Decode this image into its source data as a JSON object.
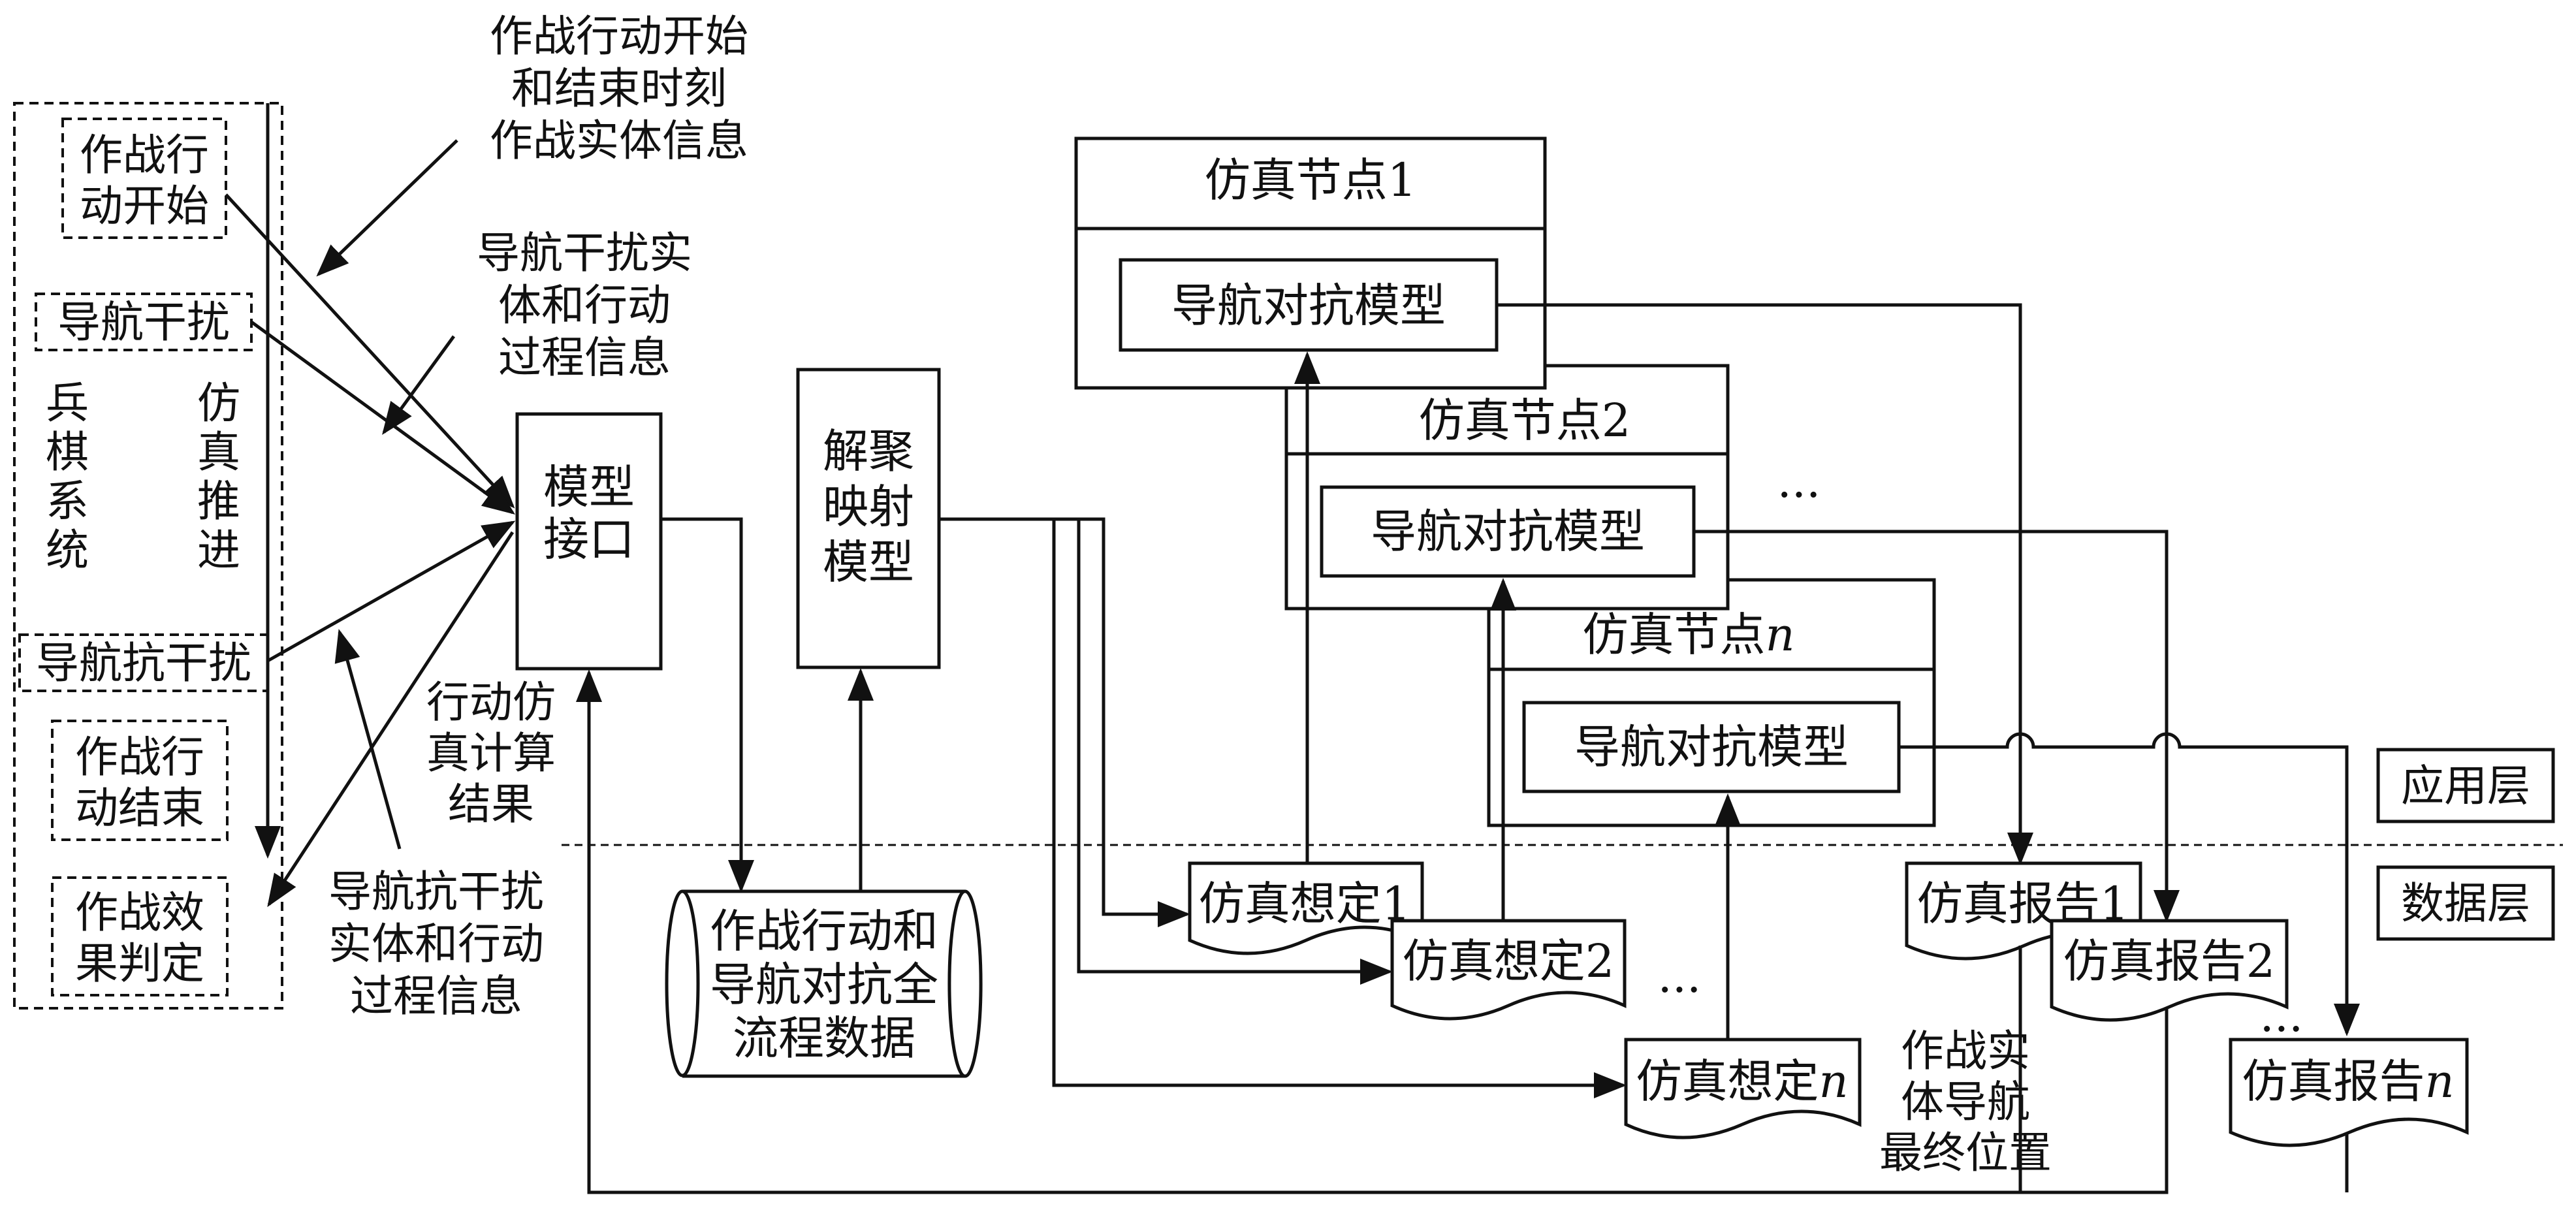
{
  "top_annotation": [
    "作战行动开始",
    "和结束时刻",
    "作战实体信息"
  ],
  "nav_interf_annotation": [
    "导航干扰实",
    "体和行动",
    "过程信息"
  ],
  "left_panel": {
    "action_start": [
      "作战行",
      "动开始"
    ],
    "nav_interference": "导航干扰",
    "wargame_system": [
      "兵",
      "棋",
      "系",
      "统"
    ],
    "sim_advance": [
      "仿",
      "真",
      "推",
      "进"
    ],
    "nav_anti_interference": "导航抗干扰",
    "action_end": [
      "作战行",
      "动结束"
    ],
    "effect_judgment": [
      "作战效",
      "果判定"
    ]
  },
  "action_result_annotation": [
    "行动仿",
    "真计算",
    "结果"
  ],
  "anti_interf_annotation": [
    "导航抗干扰",
    "实体和行动",
    "过程信息"
  ],
  "model_interface": [
    "模型",
    "接口"
  ],
  "deagg_model": [
    "解聚",
    "映射",
    "模型"
  ],
  "database": [
    "作战行动和",
    "导航对抗全",
    "流程数据"
  ],
  "sim_nodes": [
    {
      "title": "仿真节点1",
      "model": "导航对抗模型"
    },
    {
      "title": "仿真节点2",
      "model": "导航对抗模型"
    },
    {
      "title_prefix": "仿真节点",
      "title_italic": "n",
      "model": "导航对抗模型"
    }
  ],
  "nodes_ellipsis": "···",
  "scenarios": [
    {
      "prefix": "仿真想定",
      "suffix": "1",
      "italic": false
    },
    {
      "prefix": "仿真想定",
      "suffix": "2",
      "italic": false
    },
    {
      "prefix": "仿真想定",
      "suffix": "n",
      "italic": true
    }
  ],
  "scenarios_ellipsis": "···",
  "reports": [
    {
      "prefix": "仿真报告",
      "suffix": "1",
      "italic": false
    },
    {
      "prefix": "仿真报告",
      "suffix": "2",
      "italic": false
    },
    {
      "prefix": "仿真报告",
      "suffix": "n",
      "italic": true
    }
  ],
  "reports_ellipsis": "···",
  "final_position_annotation": [
    "作战实",
    "体导航",
    "最终位置"
  ],
  "layers": {
    "application": "应用层",
    "data": "数据层"
  }
}
